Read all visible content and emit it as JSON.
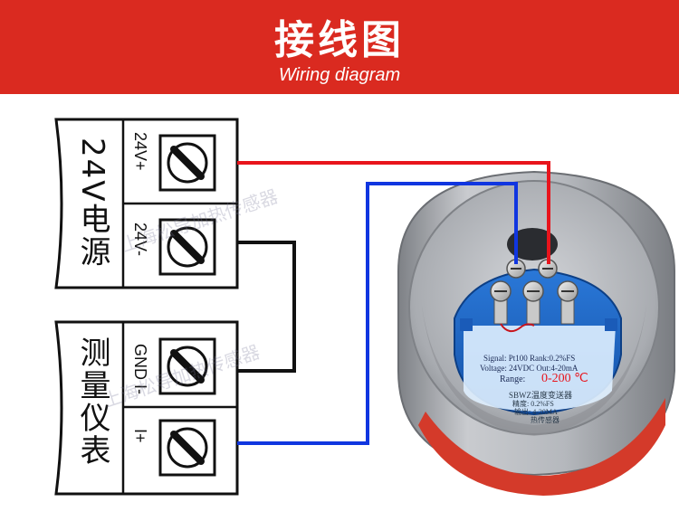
{
  "header": {
    "title": "接线图",
    "subtitle": "Wiring diagram"
  },
  "power_supply": {
    "name": "24V电源",
    "terminal_positive": "24V+",
    "terminal_negative": "24V-"
  },
  "meter": {
    "name": "测量仪表",
    "terminal_gnd": "GND I-",
    "terminal_input": "I+"
  },
  "transmitter": {
    "signal_line": "Signal: Pt100 Rank:0.2%FS",
    "voltage_line": "Voltage: 24VDC Out:4-20mA",
    "range_label": "Range:",
    "range_value": "0-200 ℃",
    "brand_text": "SBWZ温度变送器",
    "accuracy_text": "精度: 0.2%FS",
    "output_text": "输出: 4-20MA",
    "maker_text": "热传感器"
  },
  "watermark": {
    "text": "上海松导加热传感器"
  },
  "colors": {
    "banner": "#da2a20",
    "wire_red": "#e8141c",
    "wire_blue": "#1036e0",
    "wire_black": "#111111",
    "module_blue": "#1b62c4"
  }
}
